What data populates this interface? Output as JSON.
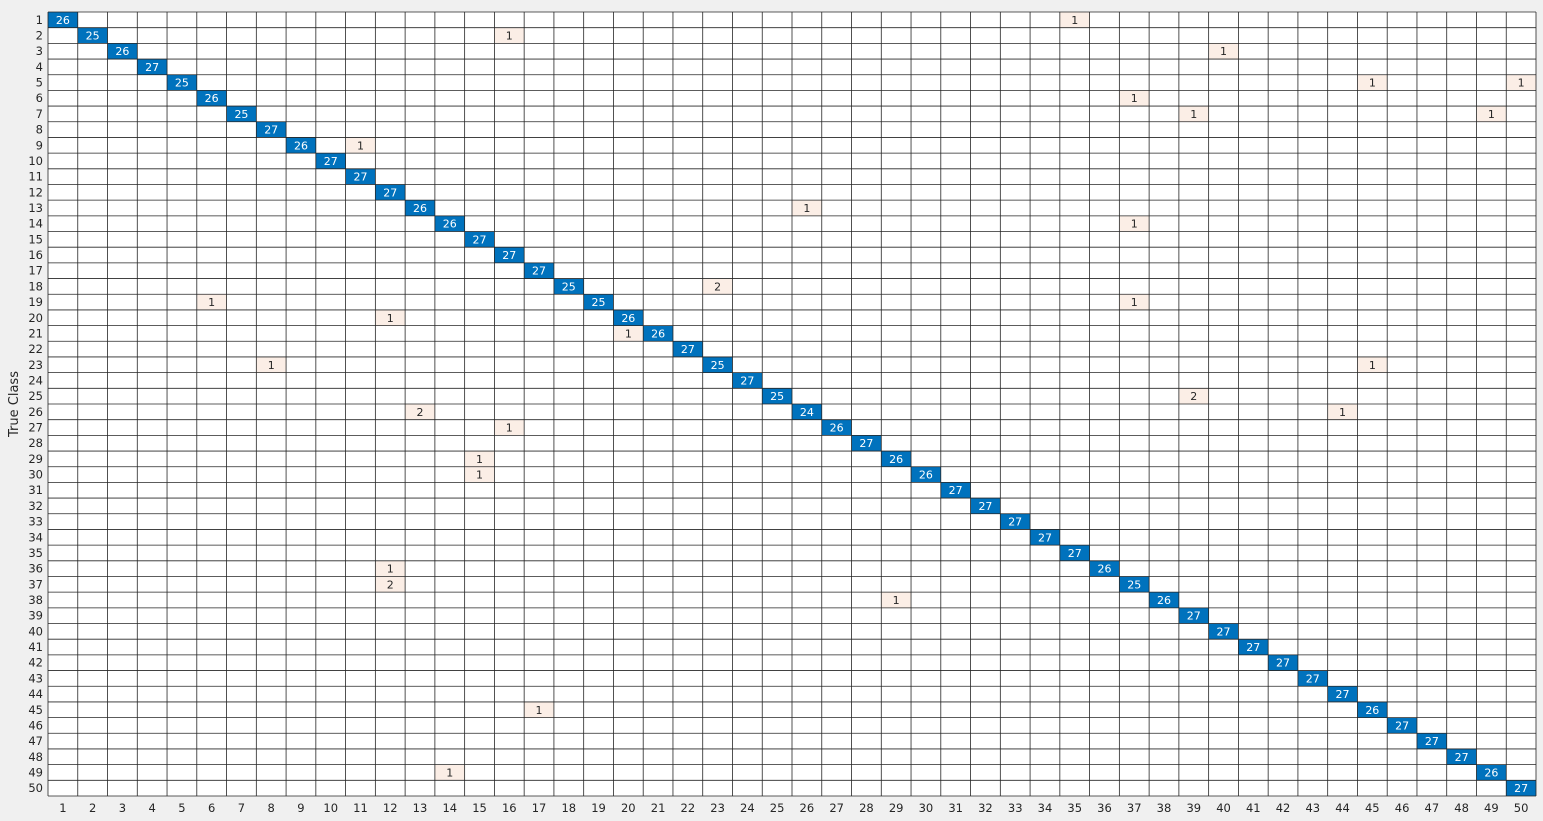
{
  "chart_data": {
    "type": "heatmap",
    "title": "",
    "xlabel": "",
    "ylabel": "True Class",
    "n_classes": 50,
    "classes": [
      "1",
      "2",
      "3",
      "4",
      "5",
      "6",
      "7",
      "8",
      "9",
      "10",
      "11",
      "12",
      "13",
      "14",
      "15",
      "16",
      "17",
      "18",
      "19",
      "20",
      "21",
      "22",
      "23",
      "24",
      "25",
      "26",
      "27",
      "28",
      "29",
      "30",
      "31",
      "32",
      "33",
      "34",
      "35",
      "36",
      "37",
      "38",
      "39",
      "40",
      "41",
      "42",
      "43",
      "44",
      "45",
      "46",
      "47",
      "48",
      "49",
      "50"
    ],
    "diagonal": [
      26,
      25,
      26,
      27,
      25,
      26,
      25,
      27,
      26,
      27,
      27,
      27,
      26,
      26,
      27,
      27,
      27,
      25,
      25,
      26,
      26,
      27,
      25,
      27,
      25,
      24,
      26,
      27,
      26,
      26,
      27,
      27,
      27,
      27,
      27,
      26,
      25,
      26,
      27,
      27,
      27,
      27,
      27,
      27,
      26,
      27,
      27,
      27,
      26,
      27
    ],
    "off_diagonal": [
      {
        "true": 1,
        "pred": 35,
        "count": 1
      },
      {
        "true": 2,
        "pred": 16,
        "count": 1
      },
      {
        "true": 3,
        "pred": 40,
        "count": 1
      },
      {
        "true": 5,
        "pred": 45,
        "count": 1
      },
      {
        "true": 5,
        "pred": 50,
        "count": 1
      },
      {
        "true": 6,
        "pred": 37,
        "count": 1
      },
      {
        "true": 7,
        "pred": 39,
        "count": 1
      },
      {
        "true": 7,
        "pred": 49,
        "count": 1
      },
      {
        "true": 9,
        "pred": 11,
        "count": 1
      },
      {
        "true": 13,
        "pred": 26,
        "count": 1
      },
      {
        "true": 14,
        "pred": 37,
        "count": 1
      },
      {
        "true": 18,
        "pred": 23,
        "count": 2
      },
      {
        "true": 19,
        "pred": 6,
        "count": 1
      },
      {
        "true": 19,
        "pred": 37,
        "count": 1
      },
      {
        "true": 20,
        "pred": 12,
        "count": 1
      },
      {
        "true": 21,
        "pred": 20,
        "count": 1
      },
      {
        "true": 23,
        "pred": 8,
        "count": 1
      },
      {
        "true": 23,
        "pred": 45,
        "count": 1
      },
      {
        "true": 25,
        "pred": 39,
        "count": 2
      },
      {
        "true": 26,
        "pred": 13,
        "count": 2
      },
      {
        "true": 26,
        "pred": 44,
        "count": 1
      },
      {
        "true": 27,
        "pred": 16,
        "count": 1
      },
      {
        "true": 29,
        "pred": 15,
        "count": 1
      },
      {
        "true": 30,
        "pred": 15,
        "count": 1
      },
      {
        "true": 36,
        "pred": 12,
        "count": 1
      },
      {
        "true": 37,
        "pred": 12,
        "count": 2
      },
      {
        "true": 38,
        "pred": 29,
        "count": 1
      },
      {
        "true": 45,
        "pred": 17,
        "count": 1
      },
      {
        "true": 49,
        "pred": 14,
        "count": 1
      }
    ],
    "colors": {
      "diagonal_fill": "#0072bd",
      "diagonal_text": "#ffffff",
      "offdiag_fill": "#fbeee6",
      "offdiag_text": "#262626",
      "grid": "#262626",
      "background": "#f0f0f0",
      "empty_cell": "#ffffff"
    }
  }
}
